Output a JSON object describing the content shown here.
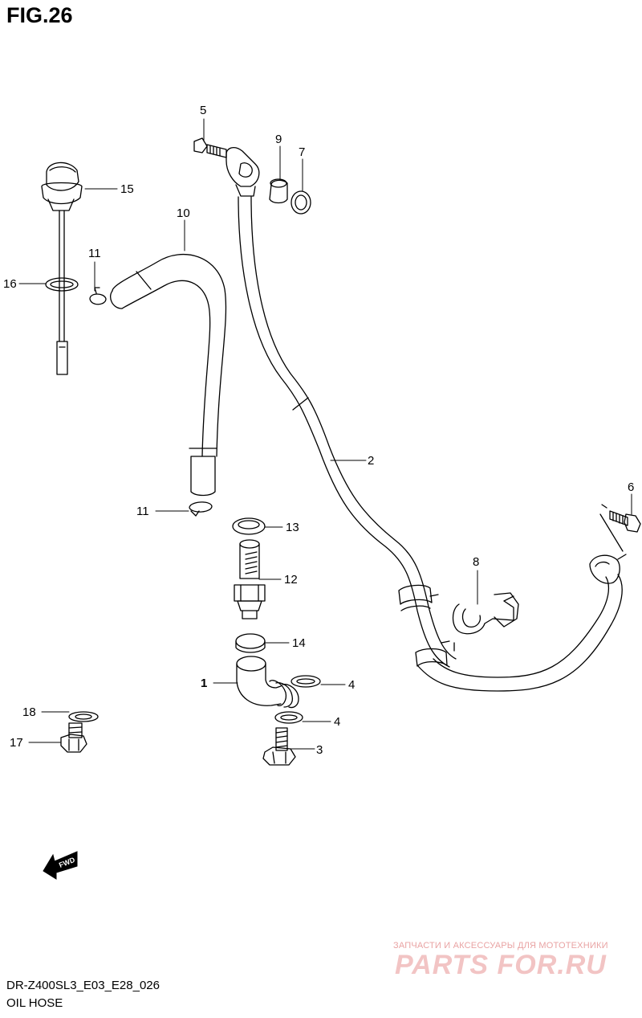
{
  "figure": {
    "title": "FIG.26"
  },
  "callouts": {
    "c1": "1",
    "c2": "2",
    "c3": "3",
    "c4a": "4",
    "c4b": "4",
    "c5": "5",
    "c6": "6",
    "c7": "7",
    "c8": "8",
    "c9": "9",
    "c10": "10",
    "c11a": "11",
    "c11b": "11",
    "c12": "12",
    "c13": "13",
    "c14": "14",
    "c15": "15",
    "c16": "16",
    "c17": "17",
    "c18": "18"
  },
  "fwd_label": "FWD",
  "footer": {
    "code": "DR-Z400SL3_E03_E28_026",
    "name": "OIL HOSE"
  },
  "watermark": {
    "tagline": "ЗАПЧАСТИ И АКСЕССУАРЫ ДЛЯ МОТОТЕХНИКИ",
    "logo": "PARTS FOR.RU"
  }
}
